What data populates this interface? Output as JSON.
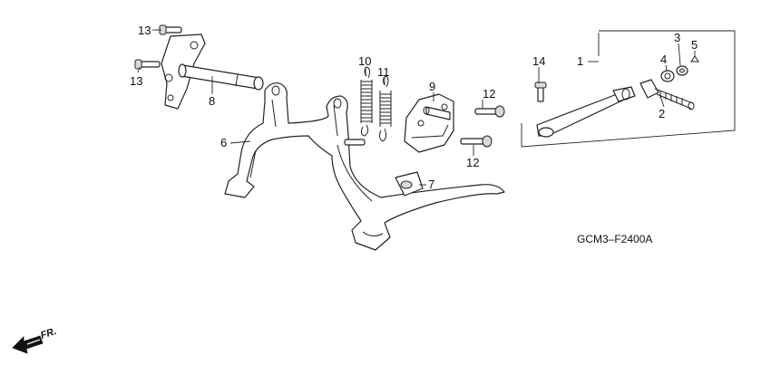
{
  "diagram": {
    "part_labels": [
      "1",
      "2",
      "3",
      "4",
      "5",
      "6",
      "7",
      "8",
      "9",
      "10",
      "11",
      "12",
      "12",
      "13",
      "13",
      "14"
    ],
    "diagram_code": "GCM3–F2400A",
    "direction_label": "FR."
  }
}
